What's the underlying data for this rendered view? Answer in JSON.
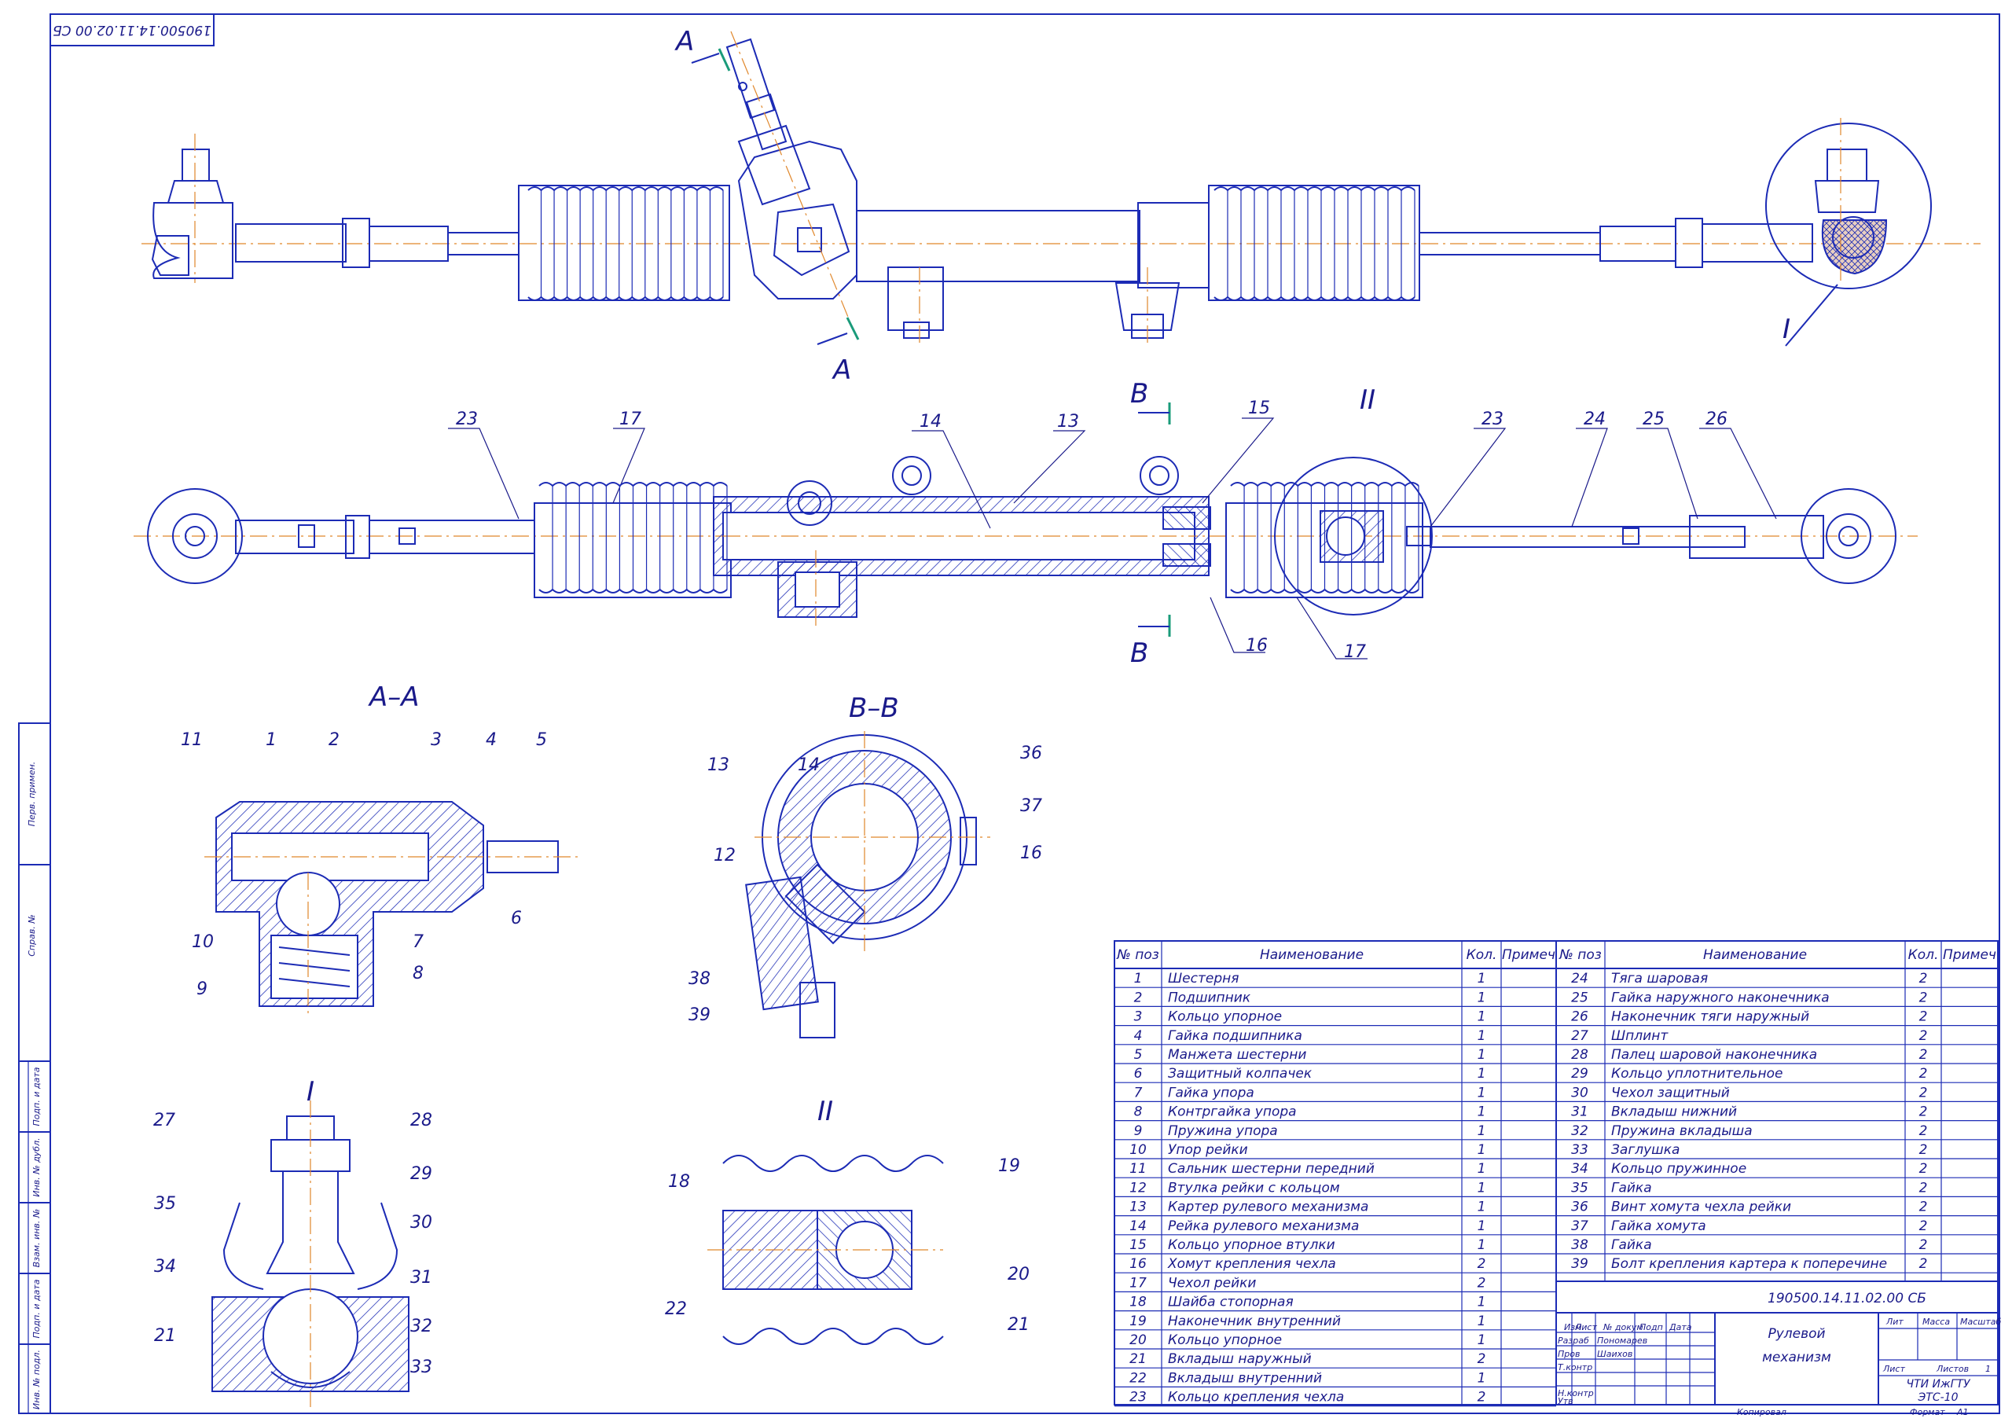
{
  "stamp_code_rotated": "190500.14.11.02.00 СБ",
  "section_aa": "А–А",
  "section_bb": "В–В",
  "detail_i": "I",
  "detail_ii": "II",
  "cut_a": "А",
  "cut_b": "В",
  "side_columns": [
    "Перв. примен.",
    "Справ. №",
    "Подп. и дата",
    "Инв. № дубл.",
    "Взам. инв. №",
    "Подп. и дата",
    "Инв. № подл."
  ],
  "table_headers": {
    "pos": "№ поз",
    "name": "Наименование",
    "qty": "Кол.",
    "note": "Примеч"
  },
  "parts_left": [
    {
      "pos": "1",
      "name": "Шестерня",
      "qty": "1"
    },
    {
      "pos": "2",
      "name": "Подшипник",
      "qty": "1"
    },
    {
      "pos": "3",
      "name": "Кольцо упорное",
      "qty": "1"
    },
    {
      "pos": "4",
      "name": "Гайка подшипника",
      "qty": "1"
    },
    {
      "pos": "5",
      "name": "Манжета шестерни",
      "qty": "1"
    },
    {
      "pos": "6",
      "name": "Защитный колпачек",
      "qty": "1"
    },
    {
      "pos": "7",
      "name": "Гайка упора",
      "qty": "1"
    },
    {
      "pos": "8",
      "name": "Контргайка упора",
      "qty": "1"
    },
    {
      "pos": "9",
      "name": "Пружина упора",
      "qty": "1"
    },
    {
      "pos": "10",
      "name": "Упор рейки",
      "qty": "1"
    },
    {
      "pos": "11",
      "name": "Сальник шестерни передний",
      "qty": "1"
    },
    {
      "pos": "12",
      "name": "Втулка рейки с кольцом",
      "qty": "1"
    },
    {
      "pos": "13",
      "name": "Картер рулевого механизма",
      "qty": "1"
    },
    {
      "pos": "14",
      "name": "Рейка рулевого механизма",
      "qty": "1"
    },
    {
      "pos": "15",
      "name": "Кольцо упорное втулки",
      "qty": "1"
    },
    {
      "pos": "16",
      "name": "Хомут крепления чехла",
      "qty": "2"
    },
    {
      "pos": "17",
      "name": "Чехол рейки",
      "qty": "2"
    },
    {
      "pos": "18",
      "name": "Шайба стопорная",
      "qty": "1"
    },
    {
      "pos": "19",
      "name": "Наконечник внутренний",
      "qty": "1"
    },
    {
      "pos": "20",
      "name": "Кольцо упорное",
      "qty": "1"
    },
    {
      "pos": "21",
      "name": "Вкладыш наружный",
      "qty": "2"
    },
    {
      "pos": "22",
      "name": "Вкладыш внутренний",
      "qty": "1"
    },
    {
      "pos": "23",
      "name": "Кольцо крепления чехла",
      "qty": "2"
    }
  ],
  "parts_right": [
    {
      "pos": "24",
      "name": "Тяга шаровая",
      "qty": "2"
    },
    {
      "pos": "25",
      "name": "Гайка наружного наконечника",
      "qty": "2"
    },
    {
      "pos": "26",
      "name": "Наконечник тяги наружный",
      "qty": "2"
    },
    {
      "pos": "27",
      "name": "Шплинт",
      "qty": "2"
    },
    {
      "pos": "28",
      "name": "Палец шаровой наконечника",
      "qty": "2"
    },
    {
      "pos": "29",
      "name": "Кольцо уплотнительное",
      "qty": "2"
    },
    {
      "pos": "30",
      "name": "Чехол защитный",
      "qty": "2"
    },
    {
      "pos": "31",
      "name": "Вкладыш нижний",
      "qty": "2"
    },
    {
      "pos": "32",
      "name": "Пружина вкладыша",
      "qty": "2"
    },
    {
      "pos": "33",
      "name": "Заглушка",
      "qty": "2"
    },
    {
      "pos": "34",
      "name": "Кольцо пружинное",
      "qty": "2"
    },
    {
      "pos": "35",
      "name": "Гайка",
      "qty": "2"
    },
    {
      "pos": "36",
      "name": "Винт хомута чехла рейки",
      "qty": "2"
    },
    {
      "pos": "37",
      "name": "Гайка хомута",
      "qty": "2"
    },
    {
      "pos": "38",
      "name": "Гайка",
      "qty": "2"
    },
    {
      "pos": "39",
      "name": "Болт крепления картера к поперечине",
      "qty": "2"
    }
  ],
  "title_block": {
    "doc_code": "190500.14.11.02.00 СБ",
    "title_line1": "Рулевой",
    "title_line2": "механизм",
    "col_izm": "Изм",
    "col_list": "Лист",
    "col_docnum": "№ докум",
    "col_sign": "Подп",
    "col_date": "Дата",
    "role_razrab": "Разраб",
    "role_prov": "Пров",
    "role_tkontr": "Т.контр",
    "role_nkontr": "Н.контр",
    "role_utv": "Утв",
    "name_razrab": "Пономарев",
    "name_prov": "Шаихов",
    "lit": "Лит",
    "massa": "Масса",
    "masshtab": "Масштаб",
    "list": "Лист",
    "listov": "Листов",
    "listov_value": "1",
    "org_line1": "ЧТИ ИжГТУ",
    "org_line2": "ЭТС-10",
    "kopiroval": "Копировал",
    "format": "Формат",
    "format_value": "А1"
  }
}
